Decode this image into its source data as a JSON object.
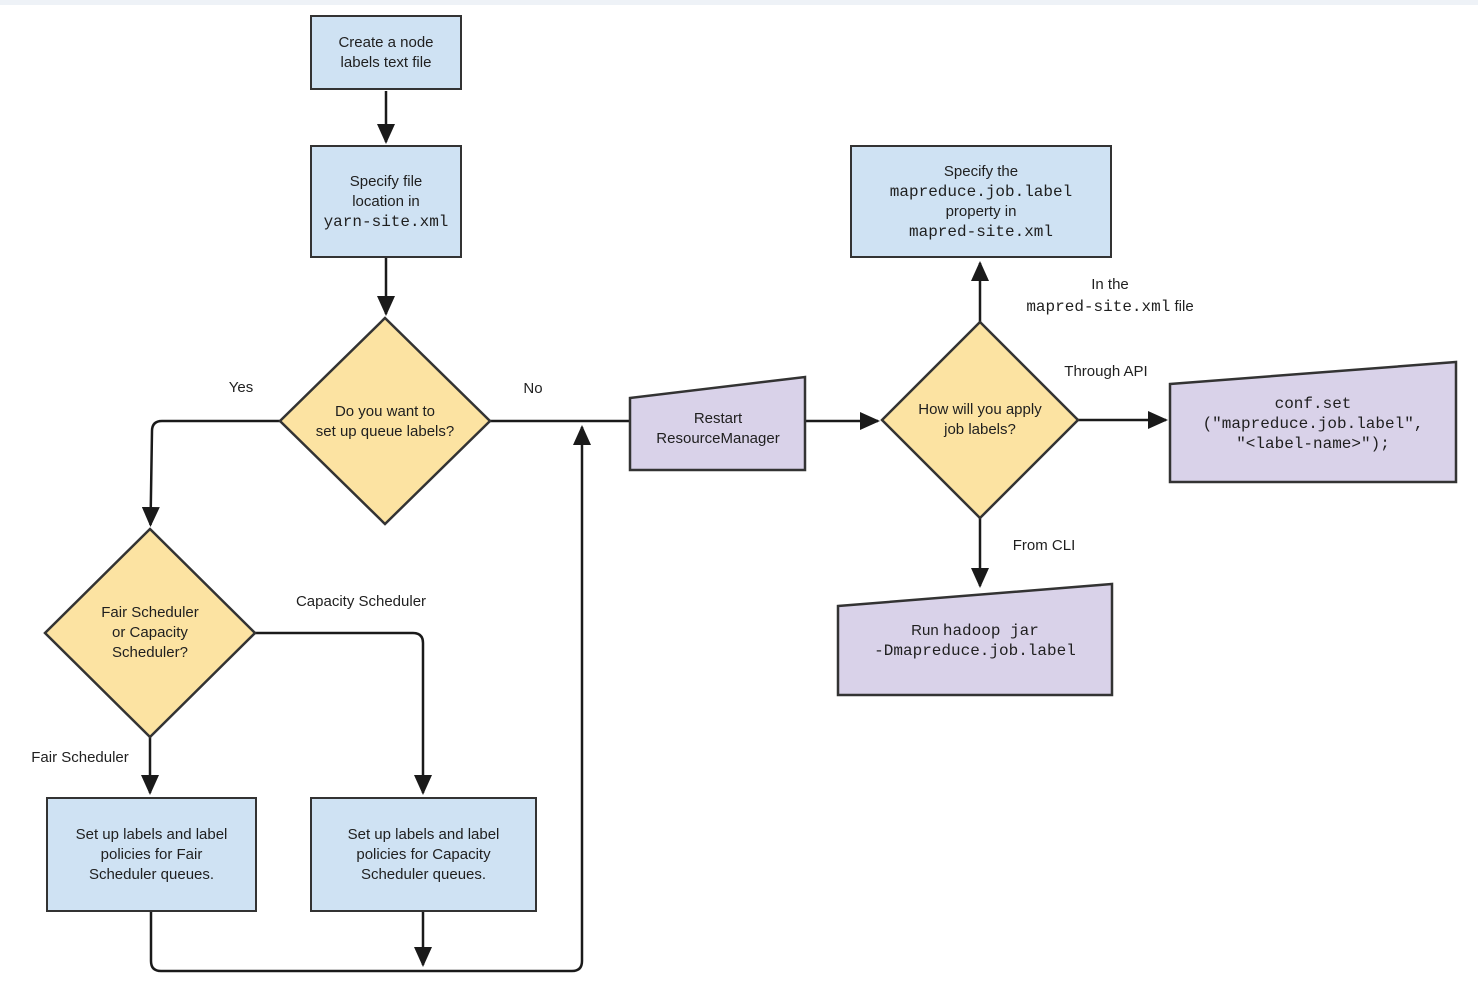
{
  "colors": {
    "process_fill": "#cfe2f3",
    "decision_fill": "#fce3a2",
    "manual_fill": "#d9d2e9",
    "shape_border": "#333333",
    "connector": "#1a1a1a",
    "text": "#1f1f1f",
    "top_strip": "#eef2f7",
    "background": "#ffffff"
  },
  "nodes": {
    "create_node_file": {
      "line1": "Create a node",
      "line2": "labels text file"
    },
    "specify_file_location": {
      "line1": "Specify file",
      "line2": "location in",
      "line3_code": "yarn-site.xml"
    },
    "queue_labels_q": {
      "line1": "Do you want to",
      "line2": "set up queue labels?"
    },
    "scheduler_q": {
      "line1": "Fair Scheduler",
      "line2": "or Capacity",
      "line3": "Scheduler?"
    },
    "fair_setup": {
      "line1": "Set up labels and label",
      "line2": "policies for Fair",
      "line3": "Scheduler queues."
    },
    "capacity_setup": {
      "line1": "Set up labels and label",
      "line2": "policies for Capacity",
      "line3": "Scheduler queues."
    },
    "restart_rm": {
      "line1": "Restart",
      "line2": "ResourceManager"
    },
    "apply_labels_q": {
      "line1": "How will you apply",
      "line2": "job labels?"
    },
    "specify_mapred": {
      "line1": "Specify the",
      "line2_code": "mapreduce.job.label",
      "line3": "property in",
      "line4_code": "mapred-site.xml"
    },
    "conf_set": {
      "line1_code": "conf.set",
      "line2_code": "(\"mapreduce.job.label\",",
      "line3_code": "\"<label-name>\");"
    },
    "run_cli": {
      "line1_text": "Run ",
      "line1_code": "hadoop jar",
      "line2_code": "-Dmapreduce.job.label"
    }
  },
  "edge_labels": {
    "yes": "Yes",
    "no": "No",
    "fair_scheduler": "Fair Scheduler",
    "capacity_scheduler": "Capacity Scheduler",
    "in_the": "In the",
    "mapred_file_code": "mapred-site.xml",
    "mapred_file_suffix": " file",
    "through_api": "Through API",
    "from_cli": "From CLI"
  }
}
